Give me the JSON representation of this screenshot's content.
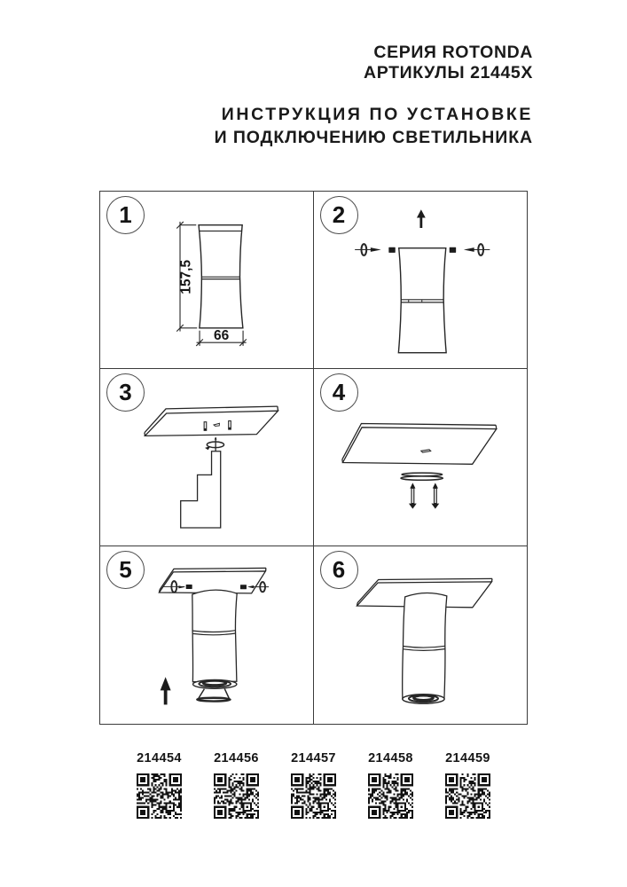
{
  "page": {
    "background": "#ffffff",
    "line_color": "#262626",
    "text_color": "#1a1a1a",
    "border_color": "#3b3b3b"
  },
  "header": {
    "series": "СЕРИЯ ROTONDA",
    "articles": "АРТИКУЛЫ 21445X",
    "title_line1": "ИНСТРУКЦИЯ ПО УСТАНОВКЕ",
    "title_line2": "И ПОДКЛЮЧЕНИЮ СВЕТИЛЬНИКА"
  },
  "steps": [
    {
      "number": "1",
      "dimensions": {
        "height": "157,5",
        "width": "66"
      }
    },
    {
      "number": "2"
    },
    {
      "number": "3"
    },
    {
      "number": "4"
    },
    {
      "number": "5"
    },
    {
      "number": "6"
    }
  ],
  "qr": {
    "items": [
      {
        "label": "214454",
        "matrix": [
          "1111111011110111001111111",
          "1000001001111001001000001",
          "1011101011001100001011101",
          "1011101001111001101011101",
          "1011101001100001101011101",
          "1000001010000110101000001",
          "1111111010101010101111111",
          "0000000001010100000000000",
          "1010001101101101100100101",
          "0001000101011000100111011",
          "0111111011100110111101111",
          "1101000100011011110110010",
          "1100111011010110011010011",
          "0111000110000110010001011",
          "1110011111110001000011111",
          "0000010111100100001000001",
          "1111101010011101111110011",
          "0000000011101000100011011",
          "1111111010001111101010111",
          "1000001000011011100010001",
          "1011101001100110111110001",
          "1011101001000110111001000",
          "1011101010010000011001111",
          "1000001000100101000010000",
          "1111111010111101101001101"
        ]
      },
      {
        "label": "214456",
        "matrix": [
          "1111111000101001101111111",
          "1000001001000000001000001",
          "1011101010010010101011101",
          "1011101011000000101011101",
          "1011101010011111001011101",
          "1000001010100111101000001",
          "1111111010101010101111111",
          "0000000011011101000000000",
          "1011111001110011001111100",
          "0101000111101001101110010",
          "1111011101010000001011001",
          "0000000000110010111111011",
          "0110101111010000101100101",
          "1101100000101111011000010",
          "1000001101000111110101001",
          "1010110111001101000001000",
          "1011011011101011111110101",
          "0000000010000001100010010",
          "1111111000011001101010001",
          "1000001011110010100011000",
          "1011101011110000111110111",
          "1011101010001111110000001",
          "1011101011000110101111101",
          "1000001001101100001011001",
          "1111111011001011011111011"
        ]
      },
      {
        "label": "214457",
        "matrix": [
          "1111111000101001101111111",
          "1000001000110000001000001",
          "1011101011101010101011101",
          "1011101010110000101011101",
          "1011101011101111001011101",
          "1000001011010111101000001",
          "1111111010101010101111111",
          "0000000010111101000000000",
          "1011111001111011001111100",
          "0101000010100001101110010",
          "0001111111100000001011001",
          "1100000000111010111111011",
          "1101101101000000101100101",
          "1011110001101111011000010",
          "1001011001100111110101001",
          "1001100101001101000001000",
          "1011001100101011111110101",
          "0000000010100001100010010",
          "1111111001011001101010001",
          "1000001010110010100011000",
          "1011101010110000111110111",
          "1011101011001111110000001",
          "1011101010000110101110101",
          "1000001000001100001011001",
          "1111111010101011011111011"
        ]
      },
      {
        "label": "214458",
        "matrix": [
          "1111111001001001101111111",
          "1000001001111000001000001",
          "1011101010011010101011101",
          "1011101011000000101011101",
          "1011101011010111001011101",
          "1000001011110111101000001",
          "1111111010101010101111111",
          "0000000010100101000000000",
          "1011111001110011001111100",
          "1011100100011001101110010",
          "0011001010111000001011001",
          "1110010110000010111111011",
          "0110001011100000101100101",
          "1101110101101111011000010",
          "1010111000100111110101001",
          "1010000111001101000001000",
          "1000101110001011111110101",
          "0000000011000001100010010",
          "1111111001011001101010001",
          "1000001011010010100011000",
          "1011101011110000111110111",
          "1011101010101111110001101",
          "1011101010000110101111001",
          "1000001001001100001011001",
          "1111111011101011011111011"
        ]
      },
      {
        "label": "214459",
        "matrix": [
          "1111111001001001101111111",
          "1000001000001000001000001",
          "1011101011100010101011101",
          "1011101010110000101011101",
          "1011101010100111001011101",
          "1000001010000111101000001",
          "1111111010101010101111111",
          "0000000011000101000000000",
          "1011111001111011001111100",
          "1011100001010001101110010",
          "1101101000001000001011001",
          "0010010110001010111111011",
          "1101001001110000101100101",
          "1011100100101111011000010",
          "1011101100000111110101001",
          "1001010101001101000001000",
          "1000111001001011111110101",
          "0000000011100001100010010",
          "1111111000011001101010001",
          "1000001010010010100011000",
          "1011101010110000111110111",
          "1011101011101111110001101",
          "1011101011000110101110001",
          "1000001000101100001011001",
          "1111111010001011011111011"
        ]
      }
    ]
  }
}
